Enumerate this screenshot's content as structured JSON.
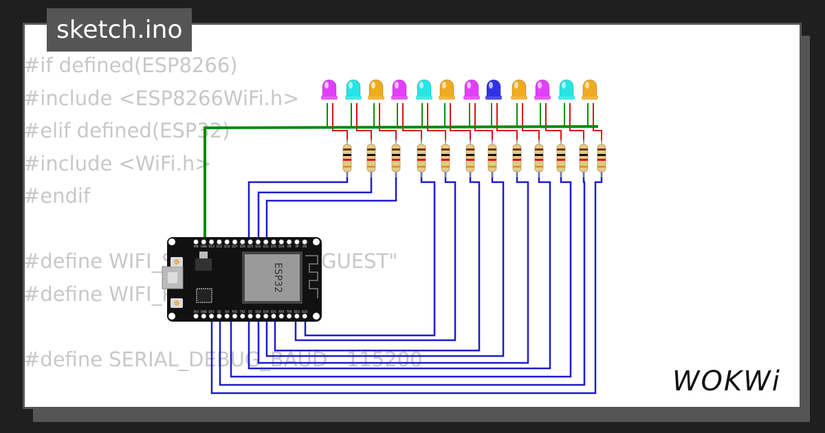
{
  "tab": {
    "filename": "sketch.ino"
  },
  "code_lines": [
    "#if defined(ESP8266)",
    "#include <ESP8266WiFi.h>",
    "#elif defined(ESP32)",
    "#include <WiFi.h>",
    "#endif",
    "",
    "#define WIFI_SSID     \"Wokwi-GUEST\"",
    "#define WIFI_PASSWORD \"\"",
    "",
    "#define SERIAL_DEBUG_BAUD   115200"
  ],
  "board": {
    "chip_label": "ESP32",
    "top_pins": [
      "VIN",
      "GND",
      "D13",
      "D12",
      "D14",
      "D27",
      "D26",
      "D25",
      "D33",
      "D32",
      "D35",
      "D34",
      "VN",
      "VP",
      "EN"
    ],
    "bottom_pins": [
      "3V3",
      "GND",
      "D15",
      "D2",
      "D4",
      "RX2",
      "TX2",
      "D5",
      "D18",
      "D19",
      "D21",
      "RX0",
      "TX0",
      "D22",
      "D23"
    ]
  },
  "leds": [
    "magenta",
    "cyan",
    "orange",
    "magenta",
    "cyan",
    "orange",
    "magenta",
    "blue",
    "orange",
    "magenta",
    "cyan",
    "orange"
  ],
  "colors": {
    "magenta": "#e040fb",
    "cyan": "#26e5e5",
    "orange": "#f0ab1e",
    "blue": "#3030e6",
    "wire_gnd": "#0a8a0a",
    "wire_signal": "#1c1ccf",
    "wire_led": "#e01010"
  },
  "logo": {
    "text": "WOKWi"
  }
}
